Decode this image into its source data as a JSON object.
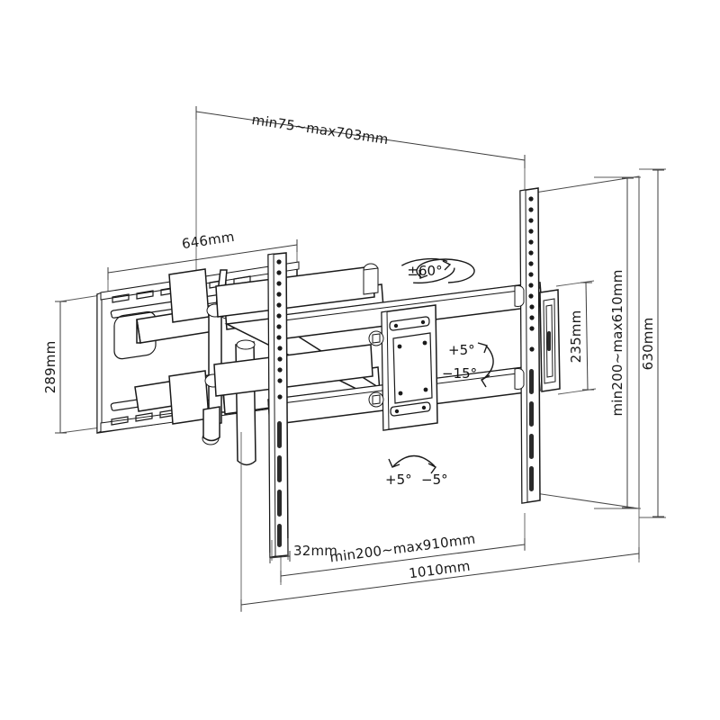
{
  "drawing": {
    "title": "Full Motion TV Wall Mount Dimensional Drawing",
    "background_color": "#ffffff",
    "line_color": "#1a1a1a",
    "dimension_color": "#3c3c3c"
  },
  "dimensions": {
    "top_extension": "min75~max703mm",
    "wall_plate_width": "646mm",
    "wall_plate_height": "289mm",
    "vesa_plate_height": "235mm",
    "vesa_vertical_range": "min200~max610mm",
    "panel_height": "630mm",
    "rail_offset": "32mm",
    "vesa_horizontal_range": "min200~max910mm",
    "overall_width": "1010mm"
  },
  "angles": {
    "swivel": "±60°",
    "tilt_up": "+5°",
    "tilt_down": "−15°",
    "roll_left": "+5°",
    "roll_right": "−5°"
  },
  "icons": {
    "swivel_arrow": "rotation-ellipse-arrow-icon",
    "tilt_arrow": "tilt-arc-arrow-icon",
    "roll_arrow": "roll-arc-arrow-icon"
  }
}
